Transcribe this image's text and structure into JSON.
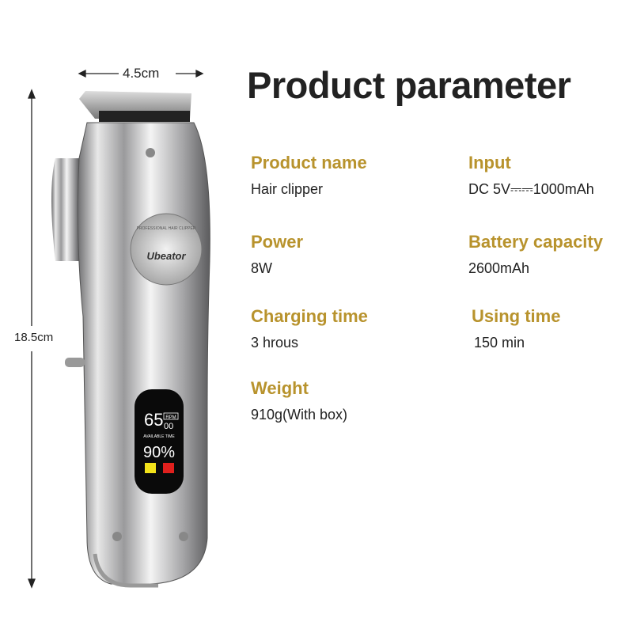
{
  "title": "Product parameter",
  "dimensions": {
    "width": "4.5cm",
    "height": "18.5cm"
  },
  "params": [
    {
      "label": "Product name",
      "value": "Hair clipper"
    },
    {
      "label": "Input",
      "value": "DC 5V⎓⎓1000mAh"
    },
    {
      "label": "Power",
      "value": "8W"
    },
    {
      "label": "Battery capacity",
      "value": "2600mAh"
    },
    {
      "label": "Charging time",
      "value": "3 hrous"
    },
    {
      "label": "Using time",
      "value": "150 min"
    },
    {
      "label": "Weight",
      "value": "910g(With box)"
    }
  ],
  "device": {
    "brand": "Ubeator",
    "badge_ring": "PROFESSIONAL HAIR CLIPPER",
    "display": {
      "rpm_value": "65",
      "rpm_unit": "RPM",
      "rpm_suffix": "00",
      "label": "AVAILABLE TIME",
      "battery": "90%"
    }
  },
  "colors": {
    "accent": "#b8932d",
    "display_yellow": "#f2e21a",
    "display_red": "#e0201d"
  }
}
